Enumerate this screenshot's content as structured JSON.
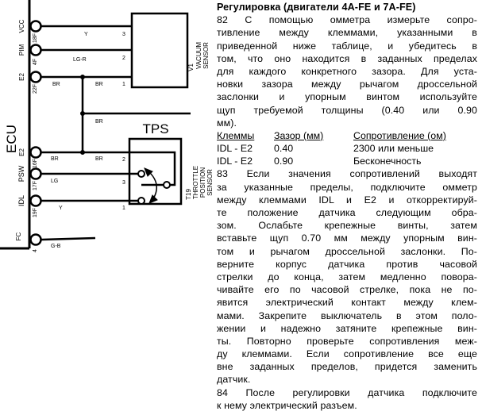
{
  "diagram": {
    "ecu_label": "ECU",
    "tps_label": "TPS",
    "vacuum_sensor": {
      "id": "V1",
      "name_lines": [
        "VACUUM",
        "SENSOR"
      ],
      "pins": [
        "3",
        "2",
        "1"
      ]
    },
    "throttle_sensor": {
      "id": "T19",
      "name_lines": [
        "THROTTLE",
        "POSITION",
        "SENSOR"
      ],
      "pins": [
        "2",
        "3",
        "1"
      ]
    },
    "terminals": [
      {
        "name": "VCC",
        "pin": "18F"
      },
      {
        "name": "PIM",
        "pin": "4F"
      },
      {
        "name": "E2",
        "pin": "22F"
      },
      {
        "name": "E2",
        "pin": "16F"
      },
      {
        "name": "PSW",
        "pin": "17F"
      },
      {
        "name": "IDL",
        "pin": "19F"
      },
      {
        "name": "FC",
        "pin": "4"
      }
    ],
    "wire_colors": {
      "vcc": "Y",
      "pim": "LG-R",
      "e2": "BR",
      "psw": "LG",
      "idl": "Y",
      "fc": "G-B"
    }
  },
  "text": {
    "title": "Регулировка (двигатели 4A-FE и 7A-FE)",
    "para1": [
      "82  С помощью омметра измерьте сопро-",
      "тивление между клеммами, указанными в",
      "приведенной ниже таблице, и убедитесь в",
      "том, что оно находится в заданных пределах",
      "для каждого конкретного зазора. Для уста-",
      "новки зазора между рычагом дроссельной",
      "заслонки и упорным винтом используйте",
      "щуп требуемой толщины (0.40 или 0.90",
      "мм)."
    ],
    "table": {
      "headers": [
        "Клеммы",
        "Зазор (мм)",
        "Сопротивление (ом)"
      ],
      "rows": [
        [
          "IDL - E2",
          "0.40",
          "2300 или меньше"
        ],
        [
          "IDL - E2",
          "0.90",
          "Бесконечность"
        ]
      ]
    },
    "para2": [
      "83  Если значения сопротивлений выходят",
      "за указанные пределы, подключите омметр",
      "между клеммами IDL и E2 и откорректируй-",
      "те положение датчика следующим обра-",
      "зом. Ослабьте крепежные винты, затем",
      "вставьте щуп 0.70 мм между упорным вин-",
      "том и рычагом дроссельной заслонки. По-",
      "верните корпус  датчика против часовой",
      "стрелки до конца, затем медленно повора-",
      "чивайте его по часовой стрелке, пока не по-",
      "явится электрический контакт между клем-",
      "мами. Закрепите  выключатель в этом поло-",
      "жении и надежно затяните крепежные вин-",
      "ты. Повторно проверьте сопротивления меж-",
      "ду клеммами. Если сопротивление все еще",
      "вне заданных пределов, придется заменить",
      "датчик."
    ],
    "para3": [
      "84  После регулировки датчика подключите",
      "к нему электрический разъем."
    ]
  }
}
